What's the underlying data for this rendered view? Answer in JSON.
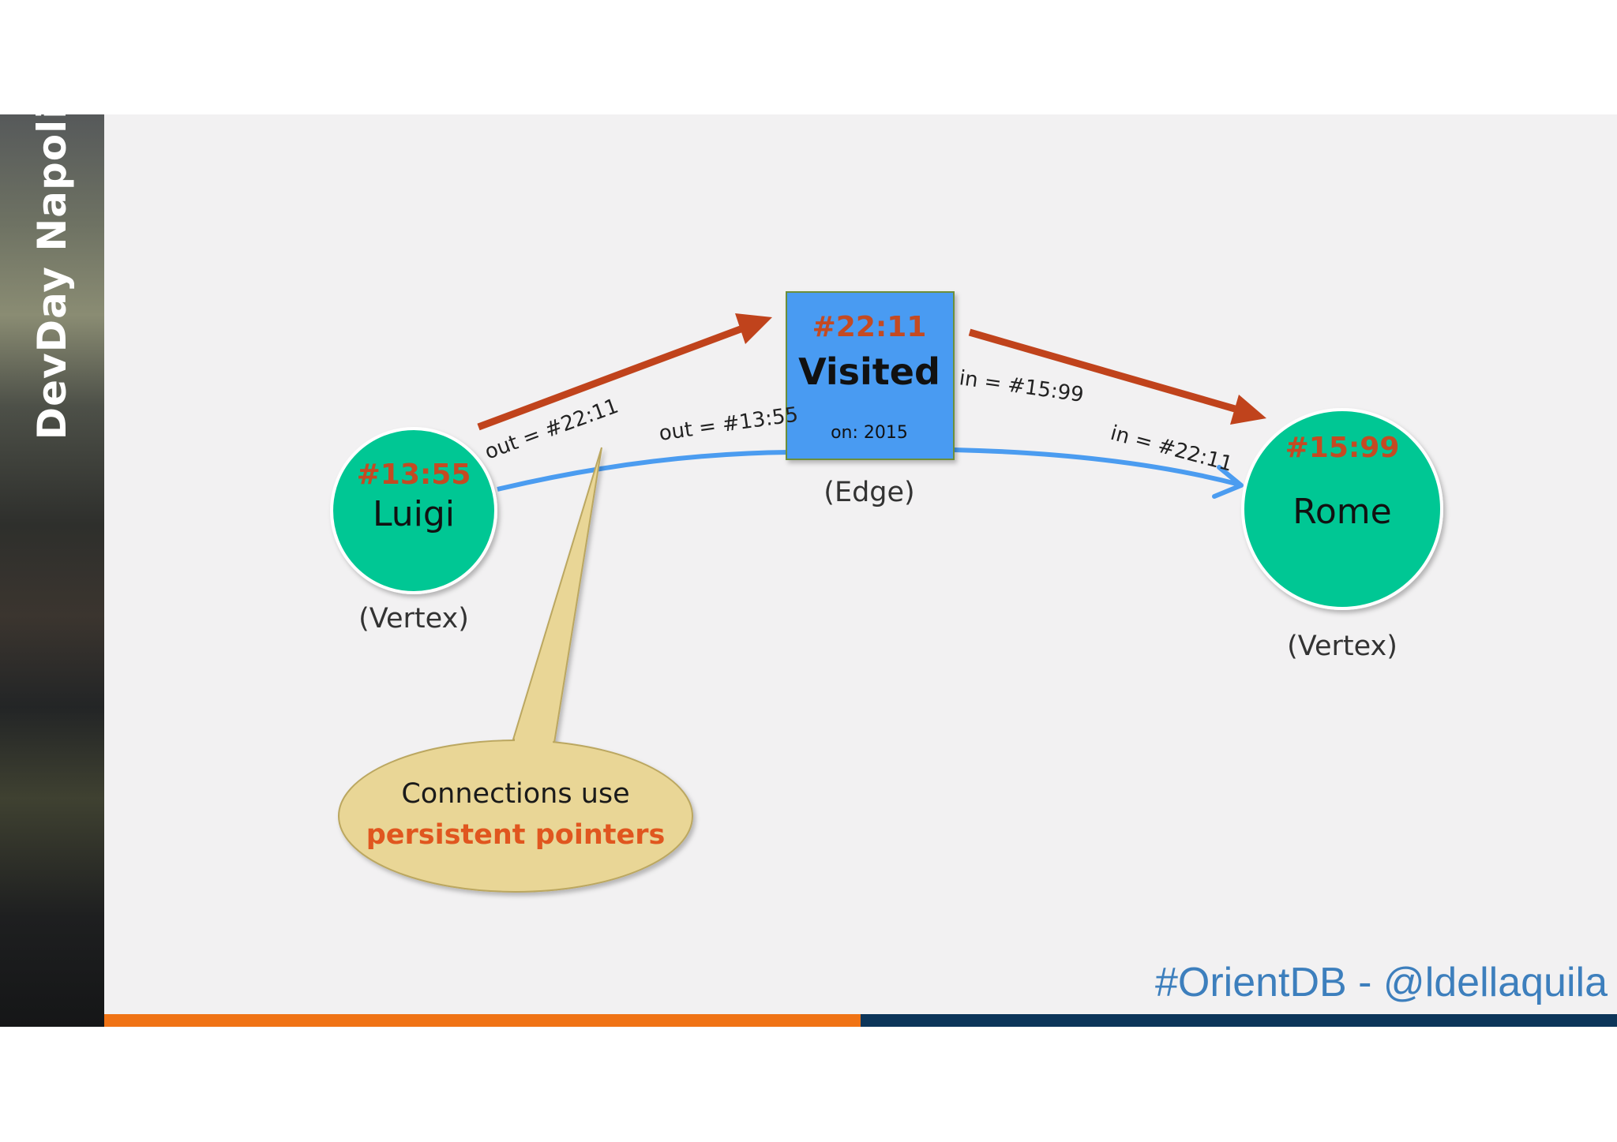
{
  "side_title": "DevDay Napoli",
  "footer_tag": "#OrientDB - @ldellaquila",
  "vertex_left": {
    "rid": "#13:55",
    "name": "Luigi",
    "role": "(Vertex)"
  },
  "vertex_right": {
    "rid": "#15:99",
    "name": "Rome",
    "role": "(Vertex)"
  },
  "edge": {
    "rid": "#22:11",
    "name": "Visited",
    "prop": "on: 2015",
    "role": "(Edge)"
  },
  "pointers": {
    "luigi_out": "out = #22:11",
    "edge_out": "out = #13:55",
    "edge_in": "in = #15:99",
    "rome_in": "in = #22:11"
  },
  "callout": {
    "line1": "Connections use",
    "line2": "persistent pointers"
  },
  "colors": {
    "vertex": "#06c794",
    "edge_box": "#4a9bf2",
    "red_arrow": "#c0431c",
    "blue_link": "#4b9cf0",
    "callout_fill": "#e9d696",
    "footer_text": "#3d7fbd",
    "bar_orange": "#f07315",
    "bar_navy": "#0c3559"
  }
}
